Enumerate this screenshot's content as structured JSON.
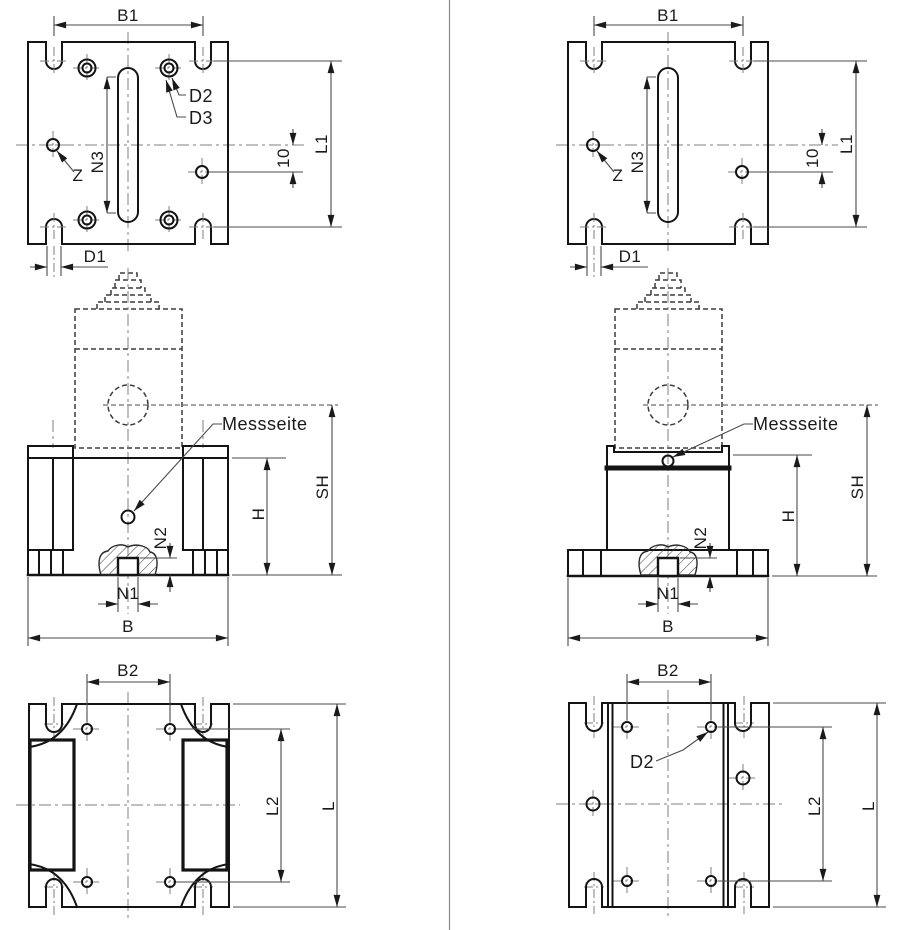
{
  "page": {
    "background": "#ffffff",
    "divider_color": "#8a8a8a"
  },
  "colors": {
    "object_line": "#141414",
    "dimension_line": "#4a4a4a",
    "centerline": "#7f7f7f",
    "hidden_line": "#3c3c3c",
    "text": "#1a1a1a"
  },
  "labels": {
    "B1": "B1",
    "B2": "B2",
    "B": "B",
    "L": "L",
    "L1": "L1",
    "L2": "L2",
    "D1": "D1",
    "D2": "D2",
    "D3": "D3",
    "H": "H",
    "SH": "SH",
    "N1": "N1",
    "N2": "N2",
    "N3": "N3",
    "Z": "Z",
    "offset_10": "10",
    "messseite": "Messseite"
  }
}
